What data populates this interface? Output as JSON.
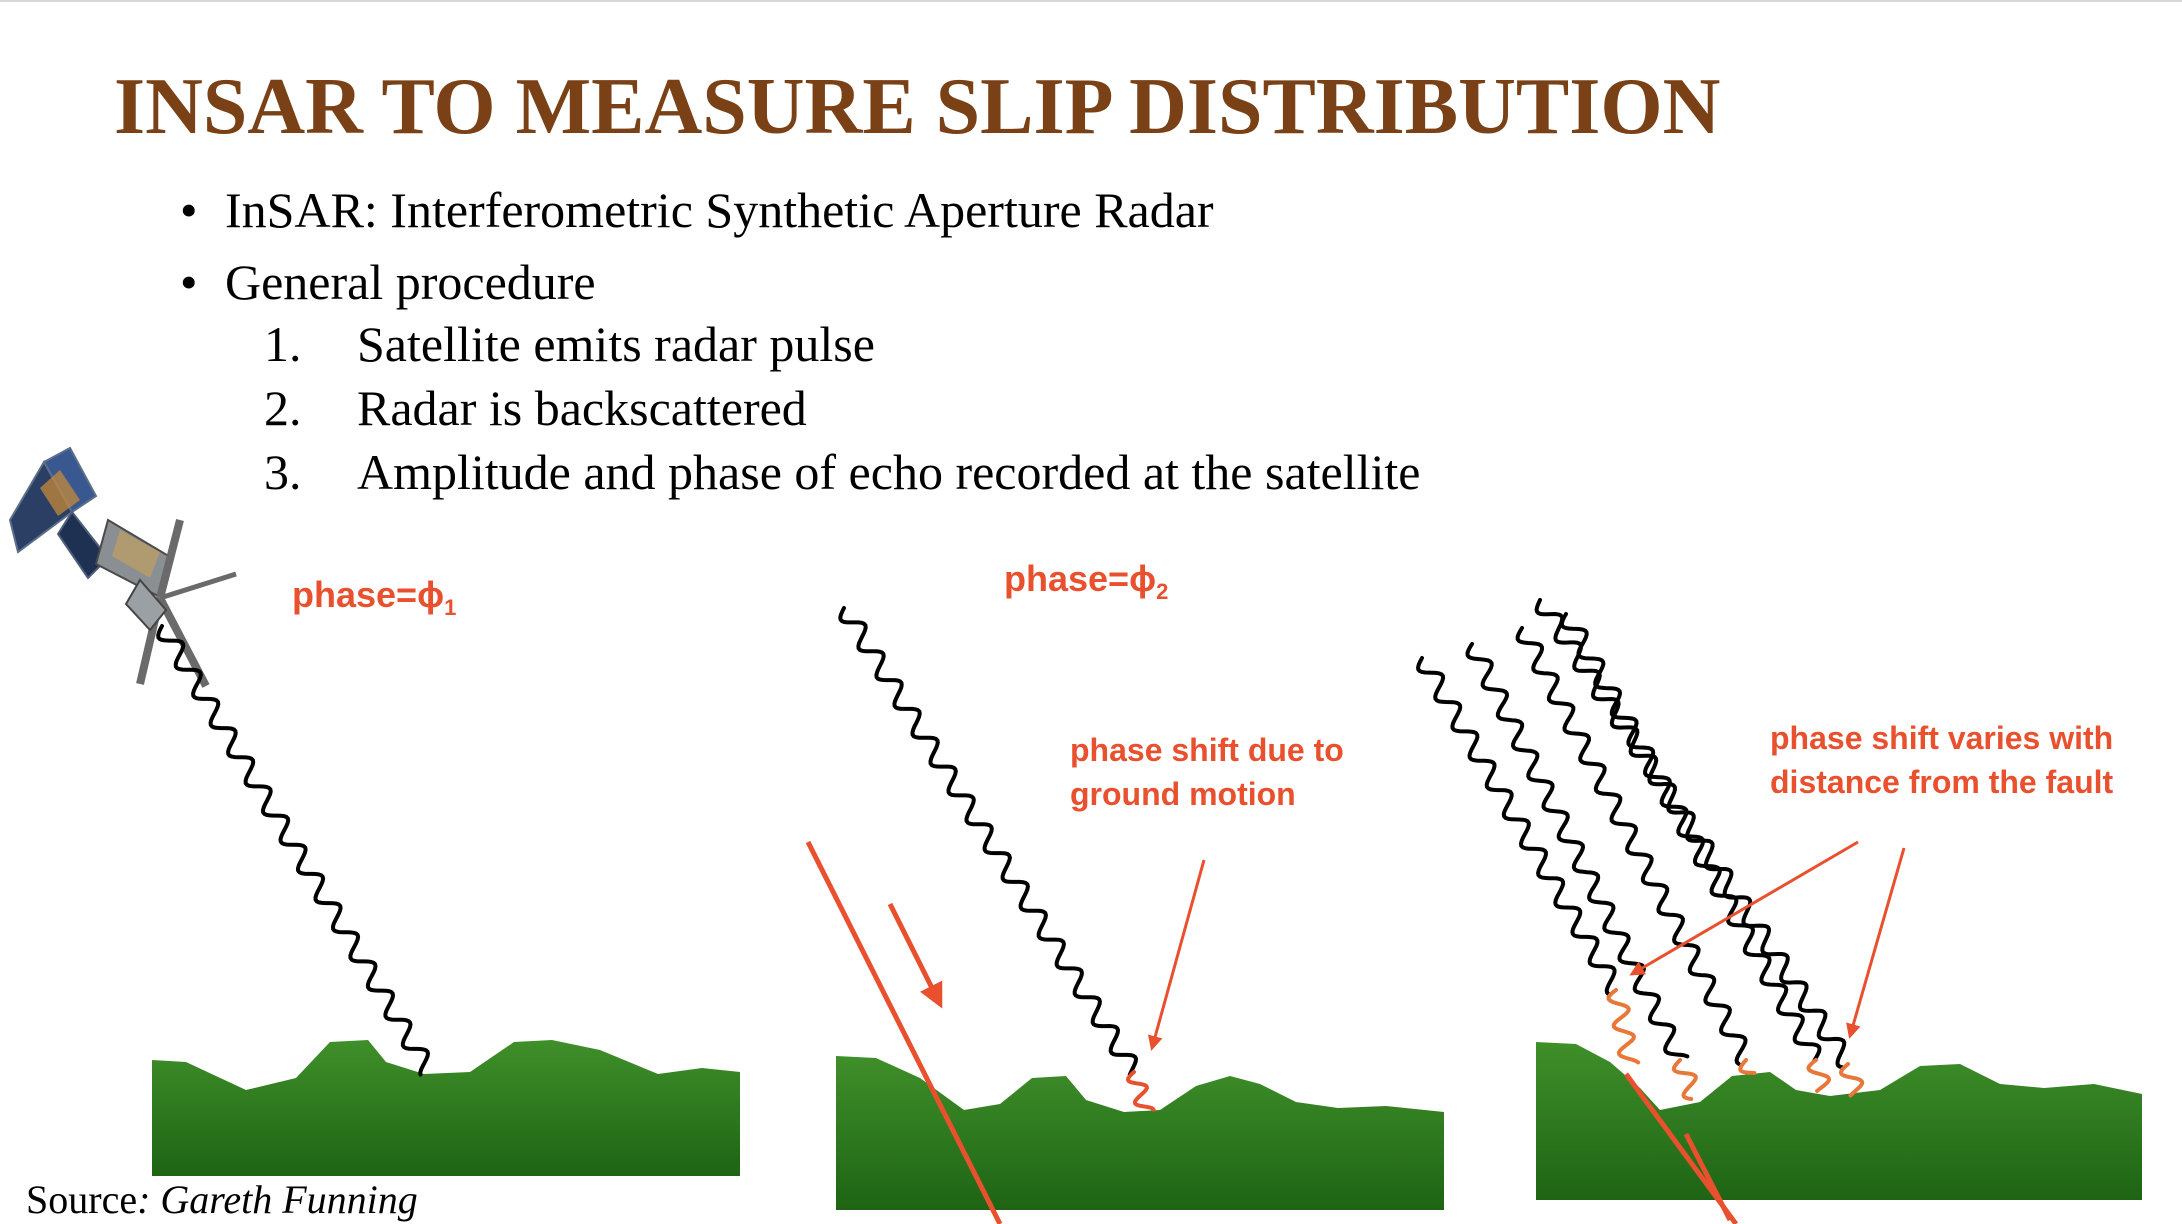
{
  "slide": {
    "title": "INSAR TO MEASURE SLIP DISTRIBUTION",
    "bullets": [
      "InSAR: Interferometric Synthetic Aperture Radar",
      "General procedure"
    ],
    "bullet_glyph": "•",
    "steps": [
      {
        "num": "1.",
        "text": "Satellite emits radar pulse"
      },
      {
        "num": "2.",
        "text": "Radar is backscattered"
      },
      {
        "num": "3.",
        "text": "Amplitude and phase of echo recorded at the satellite"
      }
    ],
    "source_label": "Source",
    "source_author": ": Gareth Funning"
  },
  "diagram": {
    "phase1_prefix": "phase=",
    "phase1_symbol": "ϕ",
    "phase1_sub": "1",
    "phase2_prefix": "phase=",
    "phase2_symbol": "ϕ",
    "phase2_sub": "2",
    "note_middle_line1": "phase shift due to",
    "note_middle_line2": "ground motion",
    "note_right_line1": "phase shift varies with",
    "note_right_line2": "distance from the fault",
    "icons": [
      "satellite-icon"
    ],
    "colors": {
      "title": "#7a4117",
      "annotation": "#e8502e",
      "ground": "#3f8f2a",
      "ground_dark": "#1e6414",
      "wave": "#000000",
      "shifted_wave": "#e8783a"
    }
  }
}
